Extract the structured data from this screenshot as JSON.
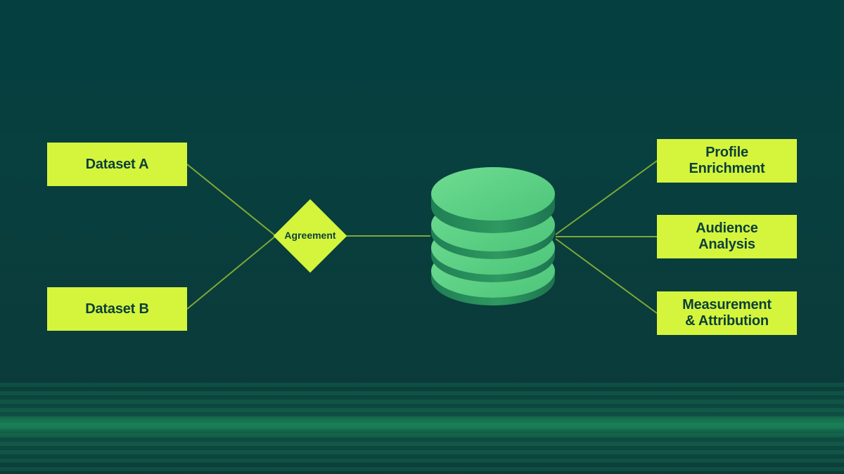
{
  "diagram": {
    "inputs": [
      "Dataset A",
      "Dataset B"
    ],
    "junction": "Agreement",
    "outputs": [
      [
        "Profile",
        "Enrichment"
      ],
      [
        "Audience",
        "Analysis"
      ],
      [
        "Measurement",
        "& Attribution"
      ]
    ],
    "colors": {
      "background": "#083f3f",
      "node_fill": "#d4f53c",
      "node_text": "#0c3f39",
      "connector": "#7fa834",
      "database_top": "#5fd387",
      "database_side": "#2e9960"
    },
    "icons": {
      "center": "database-icon"
    }
  }
}
